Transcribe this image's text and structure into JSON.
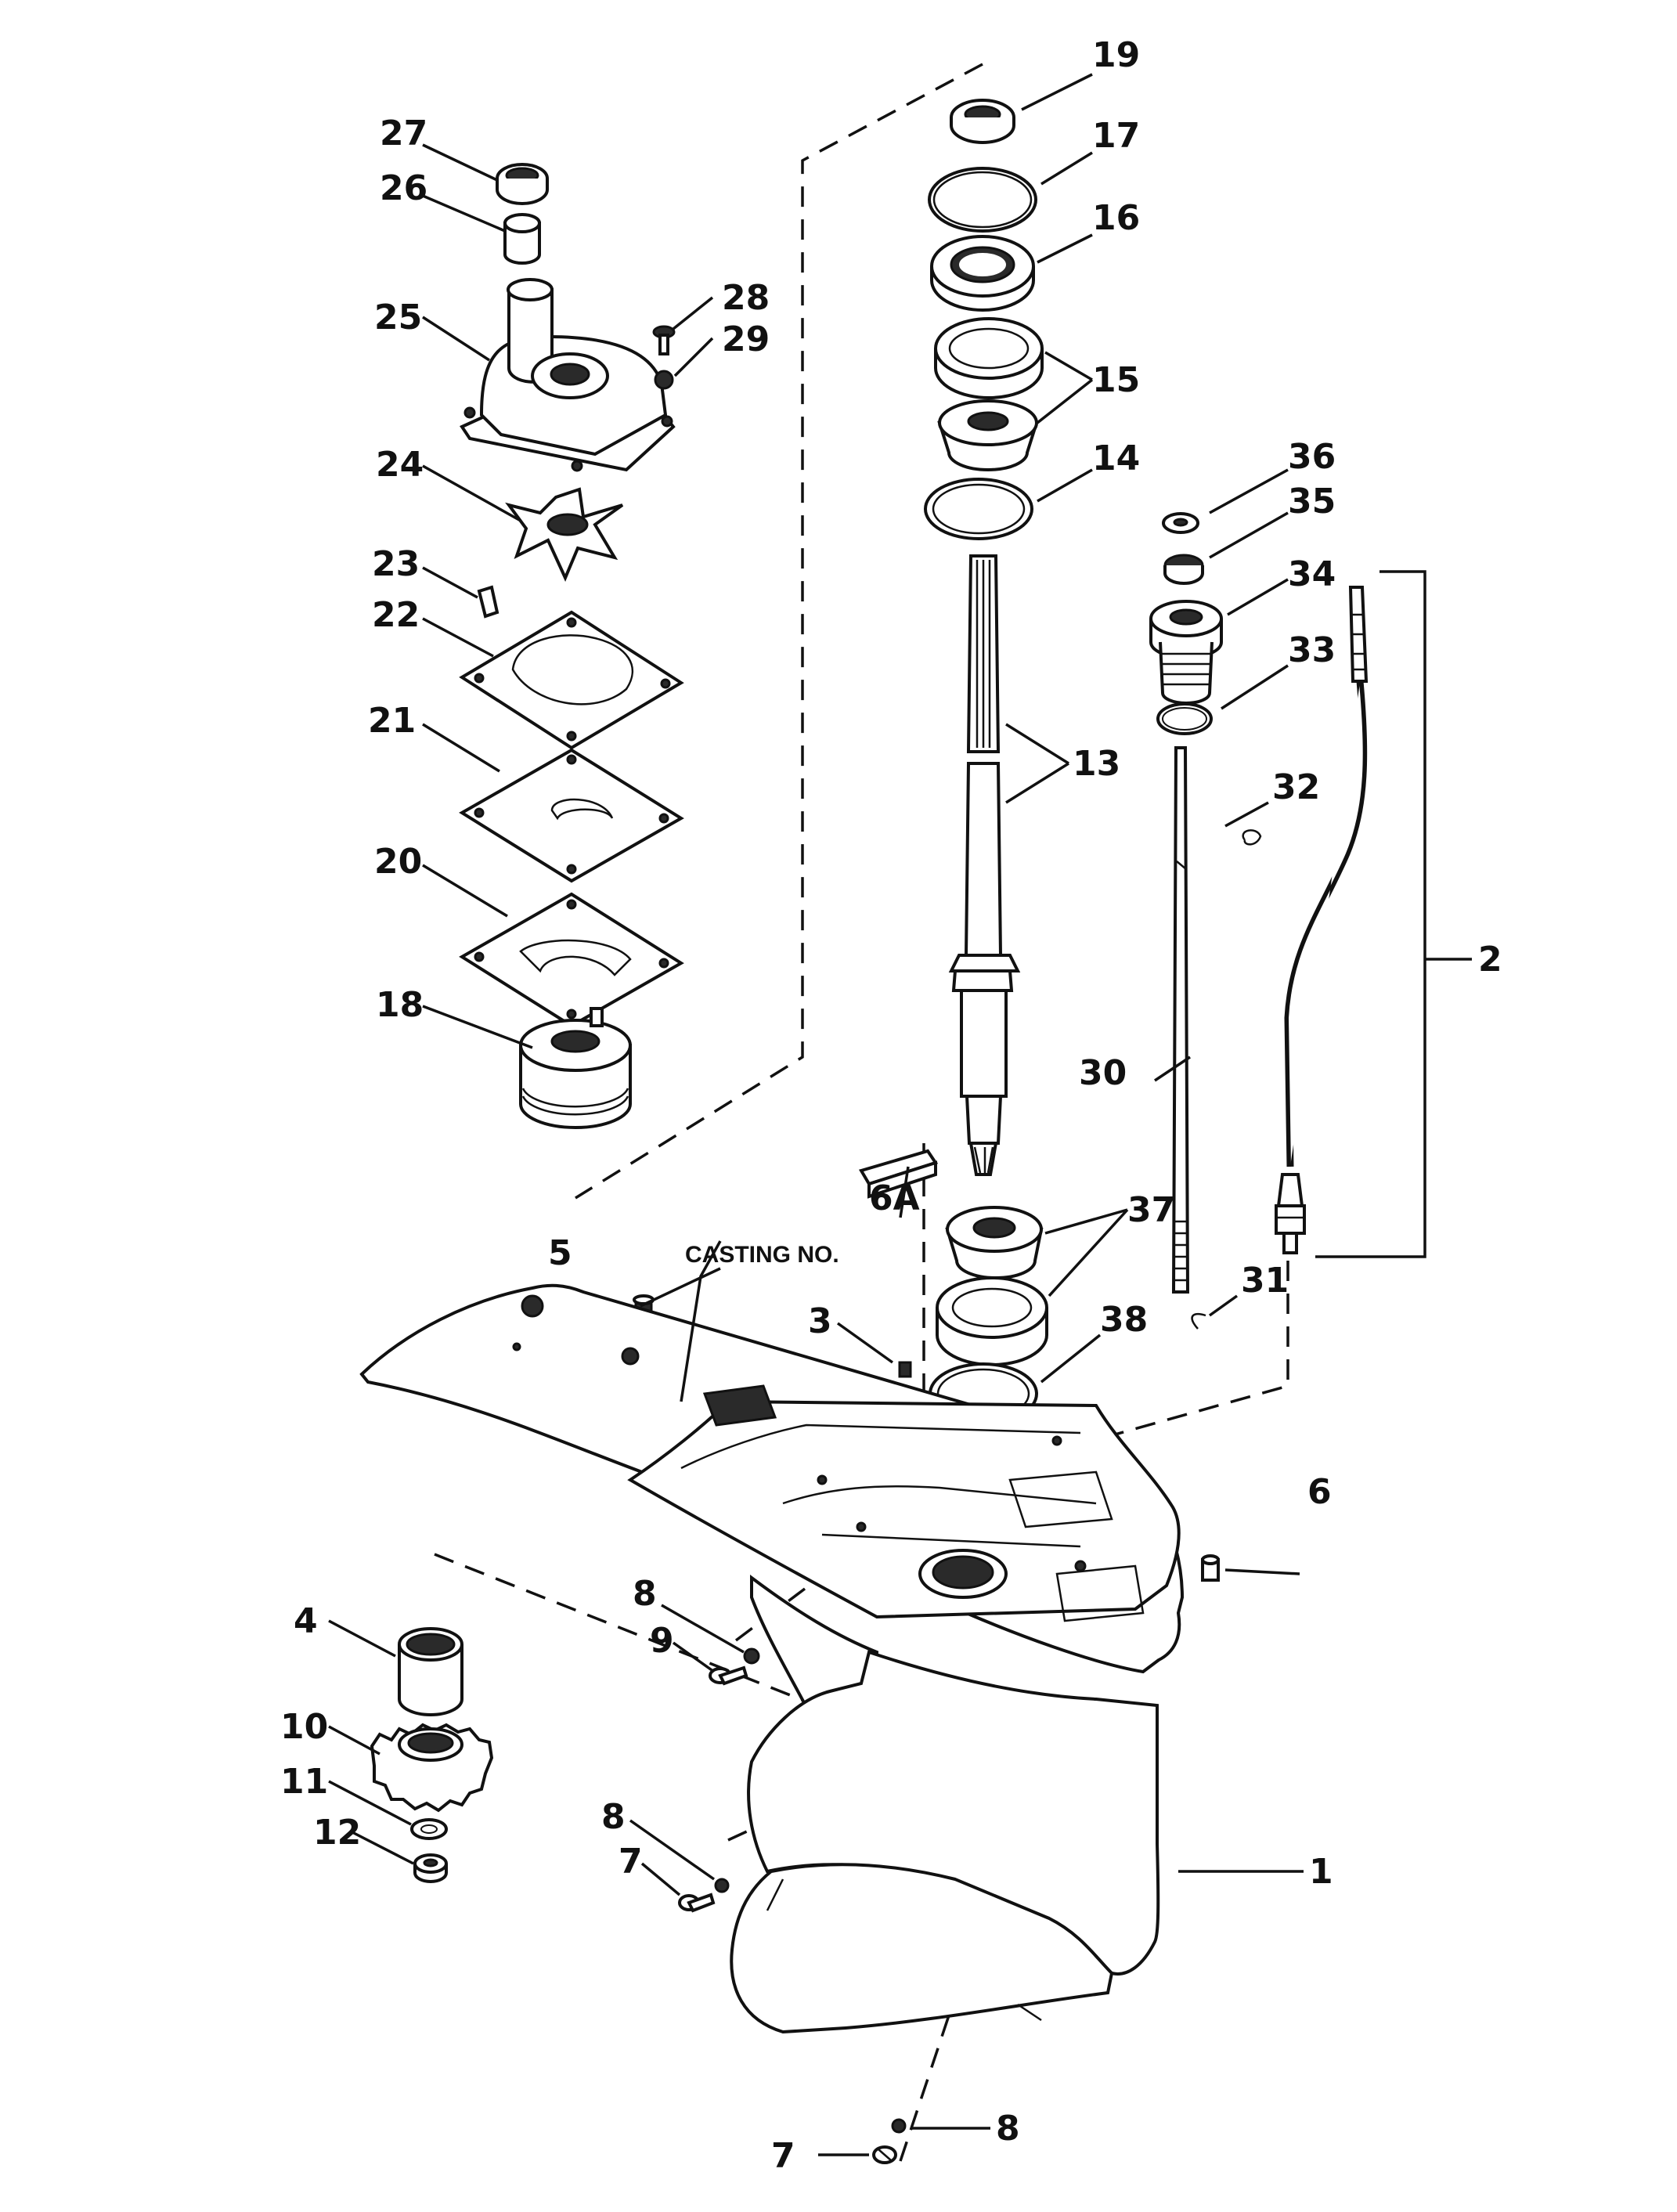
{
  "diagram": {
    "casting_label": "CASTING NO.",
    "callouts": [
      {
        "id": "c1",
        "text": "1"
      },
      {
        "id": "c2",
        "text": "2"
      },
      {
        "id": "c3",
        "text": "3"
      },
      {
        "id": "c4",
        "text": "4"
      },
      {
        "id": "c5",
        "text": "5"
      },
      {
        "id": "c6",
        "text": "6"
      },
      {
        "id": "c6a",
        "text": "6A"
      },
      {
        "id": "c7a",
        "text": "7"
      },
      {
        "id": "c7b",
        "text": "7"
      },
      {
        "id": "c8a",
        "text": "8"
      },
      {
        "id": "c8b",
        "text": "8"
      },
      {
        "id": "c8c",
        "text": "8"
      },
      {
        "id": "c9",
        "text": "9"
      },
      {
        "id": "c10",
        "text": "10"
      },
      {
        "id": "c11",
        "text": "11"
      },
      {
        "id": "c12",
        "text": "12"
      },
      {
        "id": "c13",
        "text": "13"
      },
      {
        "id": "c14",
        "text": "14"
      },
      {
        "id": "c15",
        "text": "15"
      },
      {
        "id": "c16",
        "text": "16"
      },
      {
        "id": "c17",
        "text": "17"
      },
      {
        "id": "c18",
        "text": "18"
      },
      {
        "id": "c19",
        "text": "19"
      },
      {
        "id": "c20",
        "text": "20"
      },
      {
        "id": "c21",
        "text": "21"
      },
      {
        "id": "c22",
        "text": "22"
      },
      {
        "id": "c23",
        "text": "23"
      },
      {
        "id": "c24",
        "text": "24"
      },
      {
        "id": "c25",
        "text": "25"
      },
      {
        "id": "c26",
        "text": "26"
      },
      {
        "id": "c27",
        "text": "27"
      },
      {
        "id": "c28",
        "text": "28"
      },
      {
        "id": "c29",
        "text": "29"
      },
      {
        "id": "c30",
        "text": "30"
      },
      {
        "id": "c31",
        "text": "31"
      },
      {
        "id": "c32",
        "text": "32"
      },
      {
        "id": "c33",
        "text": "33"
      },
      {
        "id": "c34",
        "text": "34"
      },
      {
        "id": "c35",
        "text": "35"
      },
      {
        "id": "c36",
        "text": "36"
      },
      {
        "id": "c37",
        "text": "37"
      },
      {
        "id": "c38",
        "text": "38"
      }
    ]
  }
}
